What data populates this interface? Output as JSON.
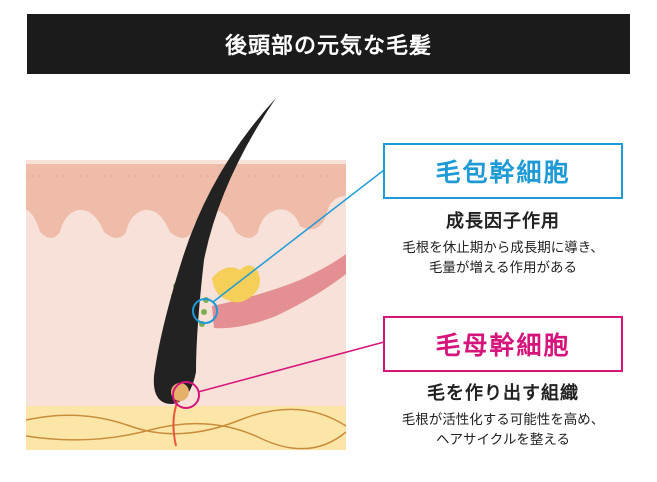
{
  "title": "後頭部の元気な毛髪",
  "callouts": [
    {
      "label": "毛包幹細胞",
      "heading": "成長因子作用",
      "desc_line1": "毛根を休止期から成長期に導き、",
      "desc_line2": "毛量が増える作用がある",
      "color": "#1e9ad6"
    },
    {
      "label": "毛母幹細胞",
      "heading": "毛を作り出す組織",
      "desc_line1": "毛根が活性化する可能性を高め、",
      "desc_line2": "ヘアサイクルを整える",
      "color": "#d6157c"
    }
  ],
  "colors": {
    "header_bg": "#1b1b1b",
    "skin": "#f6dfd6",
    "epidermis": "#efb9a6",
    "fat": "#fbe7a6",
    "hair": "#222222"
  }
}
